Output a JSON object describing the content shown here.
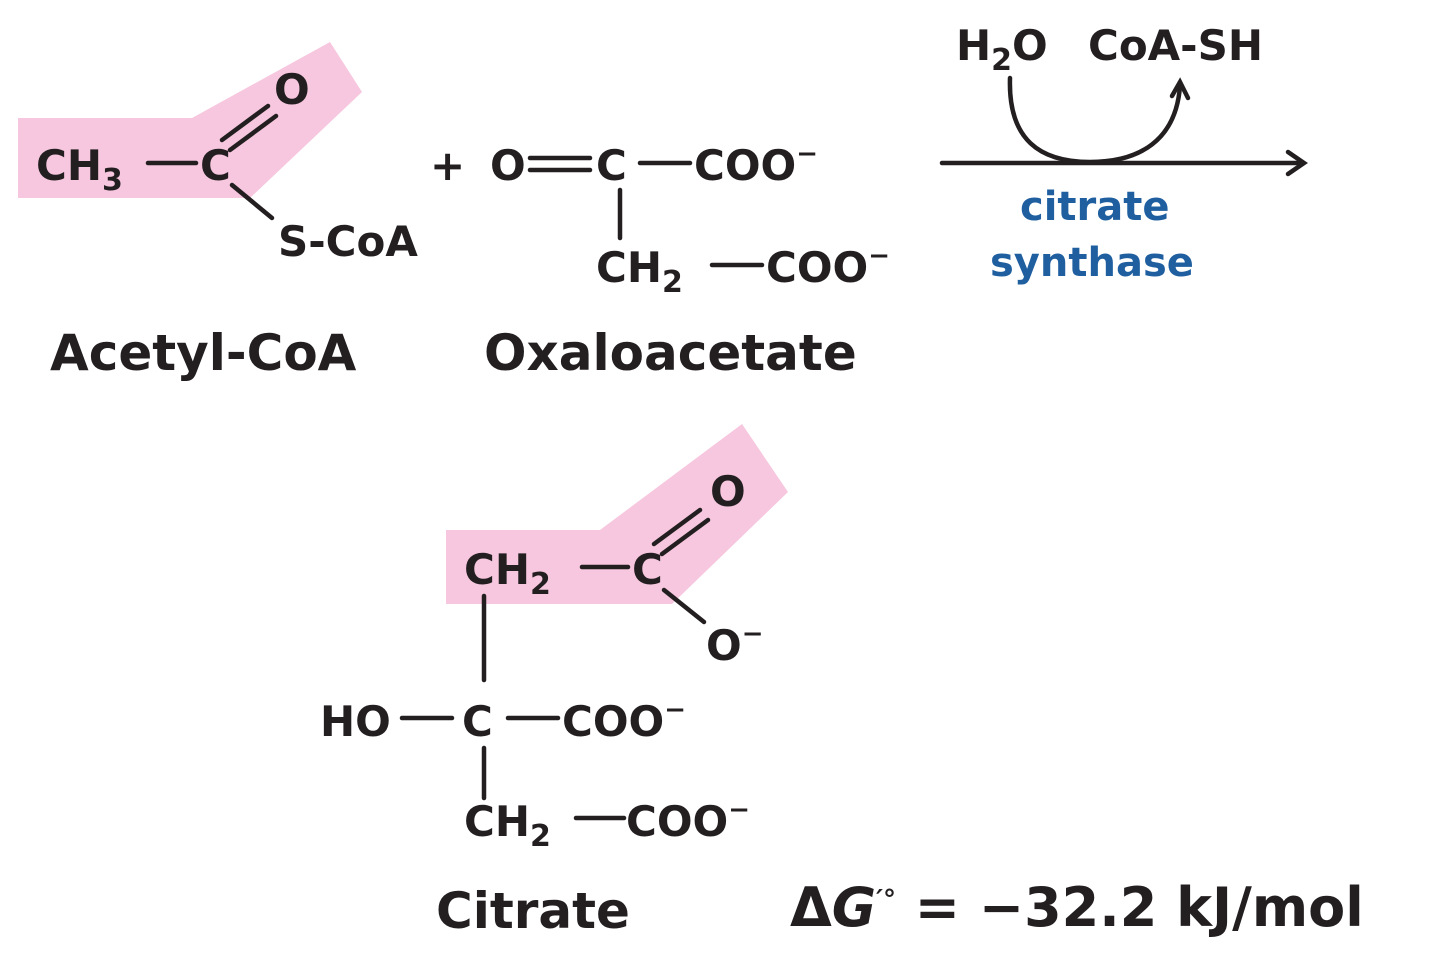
{
  "colors": {
    "highlight": "#f6c7de",
    "text": "#231f20",
    "enzyme": "#1f5fa0"
  },
  "labels": {
    "acetyl_coa": "Acetyl-CoA",
    "oxaloacetate": "Oxaloacetate",
    "citrate": "Citrate",
    "plus": "+"
  },
  "acetyl": {
    "ch3": "CH",
    "ch3_sub": "3",
    "c": "C",
    "o": "O",
    "scoa": "S-CoA"
  },
  "oxalo": {
    "o": "O",
    "c": "C",
    "coo1": "COO",
    "coo1_charge": "−",
    "ch2": "CH",
    "ch2_sub": "2",
    "coo2": "COO",
    "coo2_charge": "−"
  },
  "reaction": {
    "h2o": "H",
    "h2o_sub": "2",
    "h2o_o": "O",
    "coash": "CoA-SH",
    "enzyme_line1": "citrate",
    "enzyme_line2": "synthase"
  },
  "citrate": {
    "ch2_top": "CH",
    "ch2_top_sub": "2",
    "c_carb": "C",
    "o_double": "O",
    "o_minus": "O",
    "o_minus_charge": "−",
    "ho": "HO",
    "c_center": "C",
    "coo_mid": "COO",
    "coo_mid_charge": "−",
    "ch2_bot": "CH",
    "ch2_bot_sub": "2",
    "coo_bot": "COO",
    "coo_bot_charge": "−"
  },
  "energy": {
    "delta": "Δ",
    "g": "G",
    "prime_deg": "′°",
    "rest": " = −32.2 kJ/mol"
  }
}
